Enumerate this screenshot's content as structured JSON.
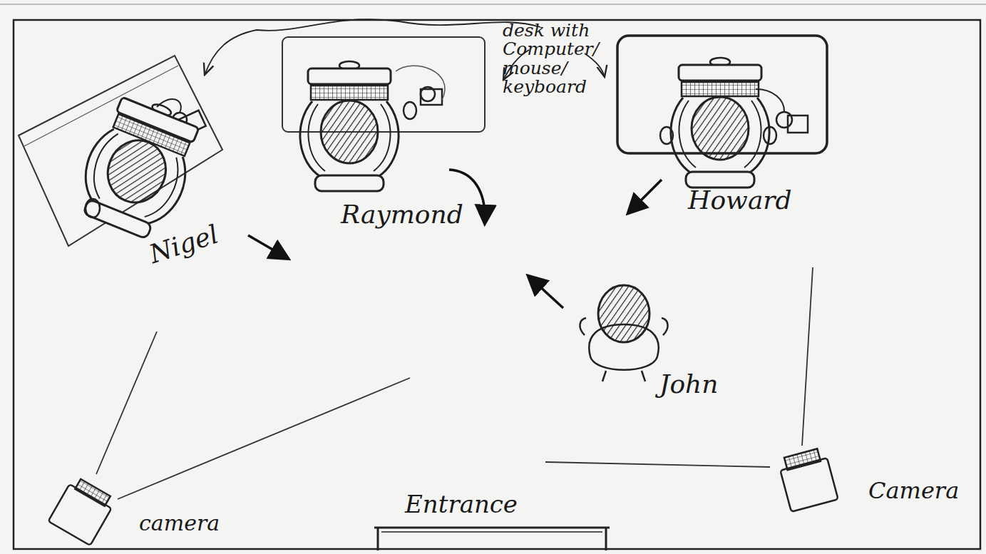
{
  "diagram": {
    "labels": [
      "desk with Computer/ mouse/ keyboard",
      "Nigel",
      "Raymond",
      "Howard",
      "John",
      "Entrance",
      "camera",
      "Camera"
    ]
  }
}
